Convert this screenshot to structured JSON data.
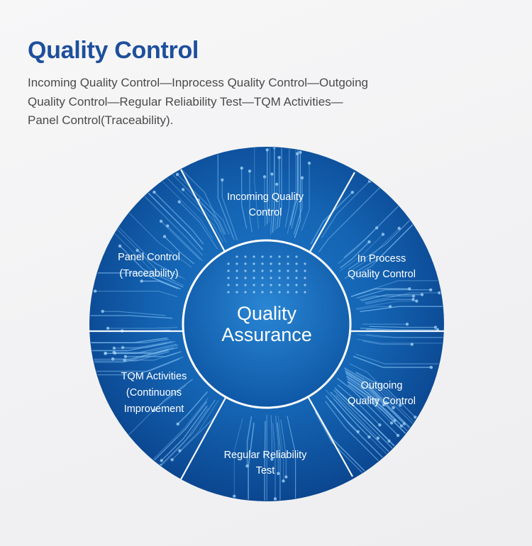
{
  "header": {
    "title": "Quality Control",
    "description": [
      "Incoming Quality Control—Inprocess Quality Control—Outgoing",
      "Quality Control—Regular Reliability Test—TQM Activities—",
      "Panel Control(Traceability)."
    ]
  },
  "diagram": {
    "center": [
      "Quality",
      "Assurance"
    ],
    "segments": [
      {
        "lines": [
          "Incoming Quality",
          "Control"
        ]
      },
      {
        "lines": [
          "In Process",
          "Quality Control"
        ]
      },
      {
        "lines": [
          "Outgoing",
          "Quality Control"
        ]
      },
      {
        "lines": [
          "Regular Reliability",
          "Test"
        ]
      },
      {
        "lines": [
          "TQM Activities",
          "(Continuons",
          "Improvement"
        ]
      },
      {
        "lines": [
          "Panel Control",
          "(Traceability)"
        ]
      }
    ],
    "colors": {
      "deep_blue": "#0a3f86",
      "mid_blue": "#1565b8",
      "trace": "#6fb2ea",
      "title": "#1e4f9c"
    }
  }
}
